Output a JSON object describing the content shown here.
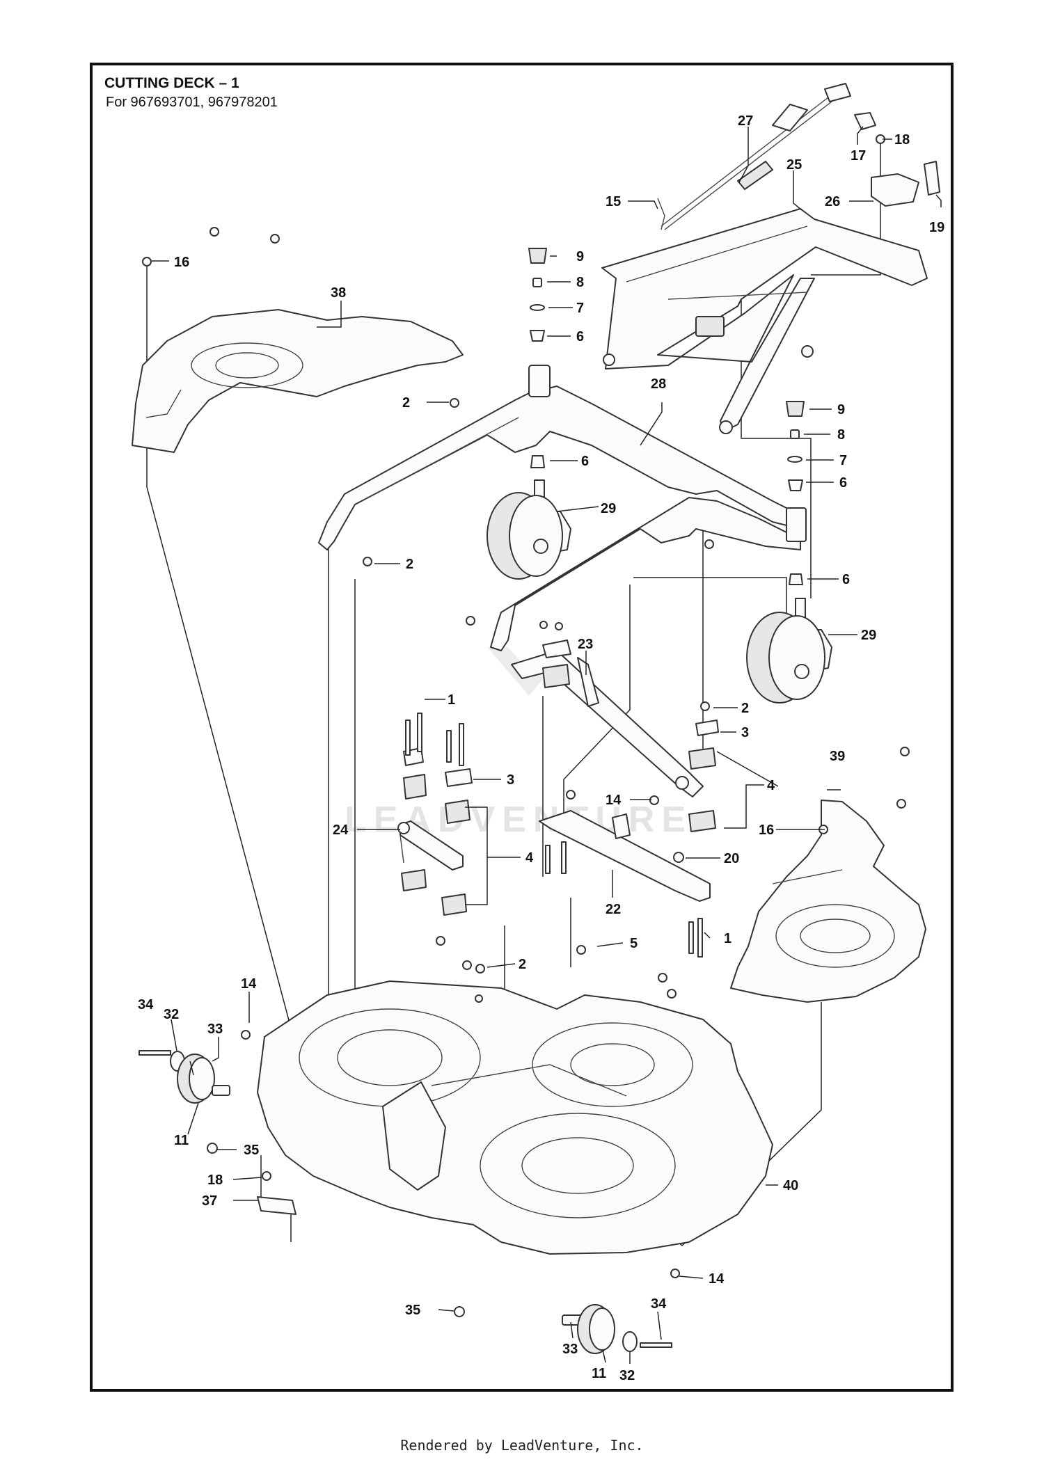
{
  "header": {
    "title": "CUTTING DECK – 1",
    "subtitle": "For 967693701, 967978201"
  },
  "watermark": "LEADVENTURE",
  "callouts": [
    {
      "id": "c27",
      "text": "27"
    },
    {
      "id": "c17",
      "text": "17"
    },
    {
      "id": "c18a",
      "text": "18"
    },
    {
      "id": "c25",
      "text": "25"
    },
    {
      "id": "c15",
      "text": "15"
    },
    {
      "id": "c26",
      "text": "26"
    },
    {
      "id": "c19",
      "text": "19"
    },
    {
      "id": "c9a",
      "text": "9"
    },
    {
      "id": "c8a",
      "text": "8"
    },
    {
      "id": "c7a",
      "text": "7"
    },
    {
      "id": "c6a",
      "text": "6"
    },
    {
      "id": "c16a",
      "text": "16"
    },
    {
      "id": "c38",
      "text": "38"
    },
    {
      "id": "c2a",
      "text": "2"
    },
    {
      "id": "c28",
      "text": "28"
    },
    {
      "id": "c9b",
      "text": "9"
    },
    {
      "id": "c8b",
      "text": "8"
    },
    {
      "id": "c7b",
      "text": "7"
    },
    {
      "id": "c6b",
      "text": "6"
    },
    {
      "id": "c6c",
      "text": "6"
    },
    {
      "id": "c29a",
      "text": "29"
    },
    {
      "id": "c2b",
      "text": "2"
    },
    {
      "id": "c6d",
      "text": "6"
    },
    {
      "id": "c29b",
      "text": "29"
    },
    {
      "id": "c23",
      "text": "23"
    },
    {
      "id": "c1a",
      "text": "1"
    },
    {
      "id": "c2c",
      "text": "2"
    },
    {
      "id": "c3a",
      "text": "3"
    },
    {
      "id": "c3b",
      "text": "3"
    },
    {
      "id": "c39",
      "text": "39"
    },
    {
      "id": "c4a",
      "text": "4"
    },
    {
      "id": "c14a",
      "text": "14"
    },
    {
      "id": "c24",
      "text": "24"
    },
    {
      "id": "c16b",
      "text": "16"
    },
    {
      "id": "c4b",
      "text": "4"
    },
    {
      "id": "c20",
      "text": "20"
    },
    {
      "id": "c22",
      "text": "22"
    },
    {
      "id": "c1b",
      "text": "1"
    },
    {
      "id": "c5",
      "text": "5"
    },
    {
      "id": "c2d",
      "text": "2"
    },
    {
      "id": "c14b",
      "text": "14"
    },
    {
      "id": "c34a",
      "text": "34"
    },
    {
      "id": "c32a",
      "text": "32"
    },
    {
      "id": "c33a",
      "text": "33"
    },
    {
      "id": "c11a",
      "text": "11"
    },
    {
      "id": "c35a",
      "text": "35"
    },
    {
      "id": "c18b",
      "text": "18"
    },
    {
      "id": "c37",
      "text": "37"
    },
    {
      "id": "c40",
      "text": "40"
    },
    {
      "id": "c14c",
      "text": "14"
    },
    {
      "id": "c35b",
      "text": "35"
    },
    {
      "id": "c34b",
      "text": "34"
    },
    {
      "id": "c33b",
      "text": "33"
    },
    {
      "id": "c11b",
      "text": "11"
    },
    {
      "id": "c32b",
      "text": "32"
    }
  ],
  "footer": "Rendered by LeadVenture, Inc."
}
